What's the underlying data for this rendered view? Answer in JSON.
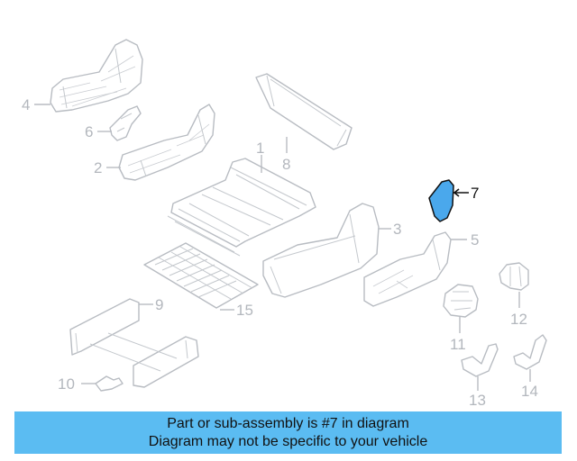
{
  "diagram": {
    "highlight_color": "#4aa8ec",
    "base_color": "#b8bcc2",
    "callouts": [
      {
        "id": "1",
        "label": "1"
      },
      {
        "id": "2",
        "label": "2"
      },
      {
        "id": "3",
        "label": "3"
      },
      {
        "id": "4",
        "label": "4"
      },
      {
        "id": "5",
        "label": "5"
      },
      {
        "id": "6",
        "label": "6"
      },
      {
        "id": "7",
        "label": "7",
        "highlighted": true
      },
      {
        "id": "8",
        "label": "8"
      },
      {
        "id": "9",
        "label": "9"
      },
      {
        "id": "10",
        "label": "10"
      },
      {
        "id": "11",
        "label": "11"
      },
      {
        "id": "12",
        "label": "12"
      },
      {
        "id": "13",
        "label": "13"
      },
      {
        "id": "14",
        "label": "14"
      },
      {
        "id": "15",
        "label": "15"
      }
    ]
  },
  "banner": {
    "background": "#5bbcf2",
    "line1": "Part or sub-assembly is #7 in diagram",
    "line2": "Diagram may not be specific to your vehicle"
  }
}
